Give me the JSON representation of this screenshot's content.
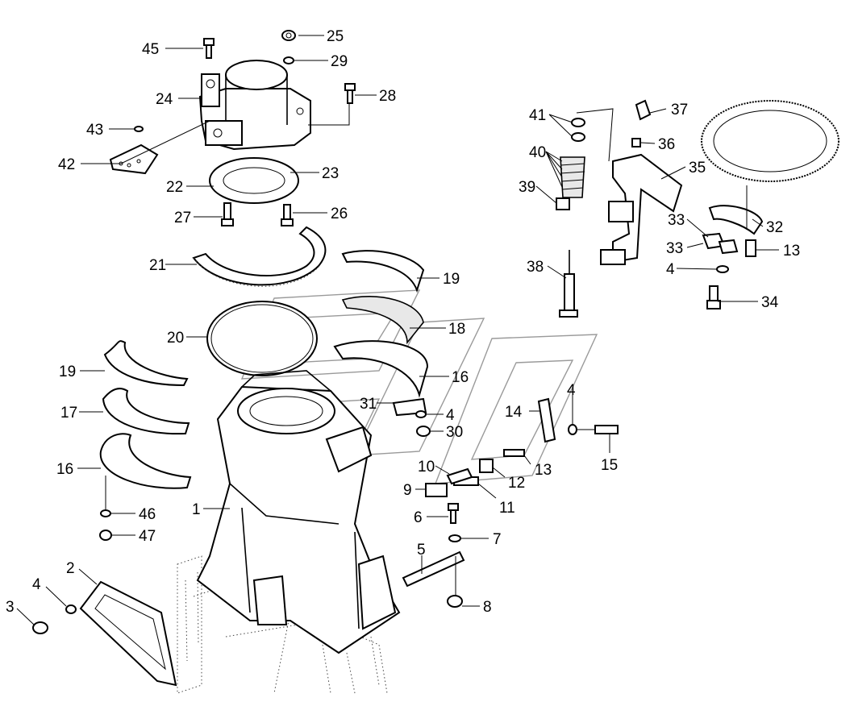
{
  "callouts": [
    {
      "id": "45",
      "label": "45"
    },
    {
      "id": "25",
      "label": "25"
    },
    {
      "id": "29",
      "label": "29"
    },
    {
      "id": "24",
      "label": "24"
    },
    {
      "id": "28",
      "label": "28"
    },
    {
      "id": "43",
      "label": "43"
    },
    {
      "id": "42",
      "label": "42"
    },
    {
      "id": "22",
      "label": "22"
    },
    {
      "id": "23",
      "label": "23"
    },
    {
      "id": "27",
      "label": "27"
    },
    {
      "id": "26",
      "label": "26"
    },
    {
      "id": "21",
      "label": "21"
    },
    {
      "id": "19a",
      "label": "19"
    },
    {
      "id": "18",
      "label": "18"
    },
    {
      "id": "20",
      "label": "20"
    },
    {
      "id": "16a",
      "label": "16"
    },
    {
      "id": "19b",
      "label": "19"
    },
    {
      "id": "17",
      "label": "17"
    },
    {
      "id": "31",
      "label": "31"
    },
    {
      "id": "4a",
      "label": "4"
    },
    {
      "id": "30",
      "label": "30"
    },
    {
      "id": "16b",
      "label": "16"
    },
    {
      "id": "46",
      "label": "46"
    },
    {
      "id": "47",
      "label": "47"
    },
    {
      "id": "1",
      "label": "1"
    },
    {
      "id": "2",
      "label": "2"
    },
    {
      "id": "4b",
      "label": "4"
    },
    {
      "id": "3",
      "label": "3"
    },
    {
      "id": "41",
      "label": "41"
    },
    {
      "id": "37",
      "label": "37"
    },
    {
      "id": "40",
      "label": "40"
    },
    {
      "id": "36",
      "label": "36"
    },
    {
      "id": "35",
      "label": "35"
    },
    {
      "id": "39",
      "label": "39"
    },
    {
      "id": "33a",
      "label": "33"
    },
    {
      "id": "32",
      "label": "32"
    },
    {
      "id": "33b",
      "label": "33"
    },
    {
      "id": "13a",
      "label": "13"
    },
    {
      "id": "38",
      "label": "38"
    },
    {
      "id": "4c",
      "label": "4"
    },
    {
      "id": "34",
      "label": "34"
    },
    {
      "id": "14",
      "label": "14"
    },
    {
      "id": "4d",
      "label": "4"
    },
    {
      "id": "15",
      "label": "15"
    },
    {
      "id": "10",
      "label": "10"
    },
    {
      "id": "13b",
      "label": "13"
    },
    {
      "id": "12",
      "label": "12"
    },
    {
      "id": "9",
      "label": "9"
    },
    {
      "id": "11",
      "label": "11"
    },
    {
      "id": "6",
      "label": "6"
    },
    {
      "id": "7",
      "label": "7"
    },
    {
      "id": "5",
      "label": "5"
    },
    {
      "id": "8",
      "label": "8"
    }
  ]
}
